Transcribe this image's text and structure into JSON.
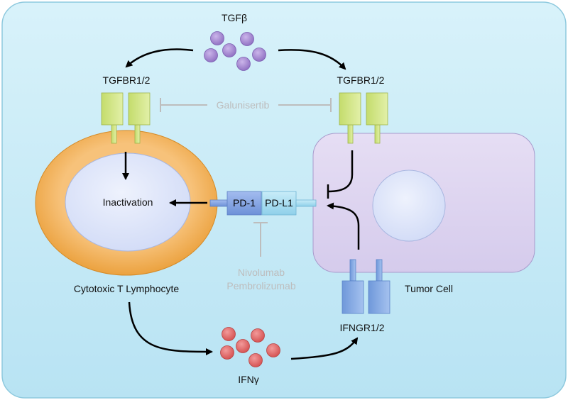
{
  "ligands": {
    "tgfb": "TGFβ",
    "ifng": "IFNγ"
  },
  "receptors": {
    "tgfbr_left": "TGFBR1/2",
    "tgfbr_right": "TGFBR1/2",
    "ifngr": "IFNGR1/2",
    "pd1": "PD-1",
    "pdl1": "PD-L1"
  },
  "drugs": {
    "galunisertib": "Galunisertib",
    "nivolumab": "Nivolumab",
    "pembrolizumab": "Pembrolizumab"
  },
  "cells": {
    "t_cell": "Cytotoxic T Lymphocyte",
    "tumor_cell": "Tumor Cell"
  },
  "outcome": {
    "inactivation": "Inactivation"
  },
  "colors": {
    "background": "#c9ecf7",
    "t_cell_ring": "#f0a94a",
    "nucleus": "#dfe6fb",
    "tumor_cell": "#ded5ef",
    "tgfbr": "#d6e88c",
    "tgfb": "#a98bd2",
    "ifng": "#df6a6a",
    "ifngr": "#7fa6e0",
    "pd1": "#7f9ee0",
    "pdl1": "#9ed8ee",
    "inhibitor": "#bdbdbd"
  }
}
